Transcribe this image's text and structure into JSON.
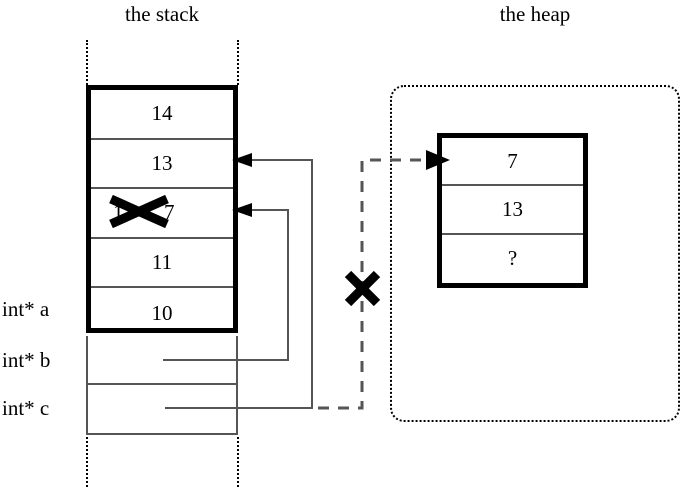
{
  "titles": {
    "stack": "the stack",
    "heap": "the heap"
  },
  "stack": {
    "array_cells": [
      {
        "value": "14",
        "struck": false
      },
      {
        "value": "13",
        "struck": false
      },
      {
        "value": "12",
        "struck": true,
        "replacement": "7"
      },
      {
        "value": "11",
        "struck": false
      },
      {
        "value": "10",
        "struck": false
      }
    ],
    "variables": [
      {
        "label": "int* a",
        "points_to": "stack-cell-10"
      },
      {
        "label": "int* b",
        "points_to": "stack-cell-7"
      },
      {
        "label": "int* c",
        "points_to": "heap-cell-7",
        "invalidated": true
      }
    ]
  },
  "heap": {
    "cells": [
      {
        "value": "7"
      },
      {
        "value": "13"
      },
      {
        "value": "?"
      }
    ]
  },
  "annotations": {
    "struck_stack_value_mark": "x-mark",
    "broken_pointer_mark": "x-mark"
  },
  "colors": {
    "ink": "#000000",
    "rule": "#555555",
    "background": "#ffffff"
  }
}
